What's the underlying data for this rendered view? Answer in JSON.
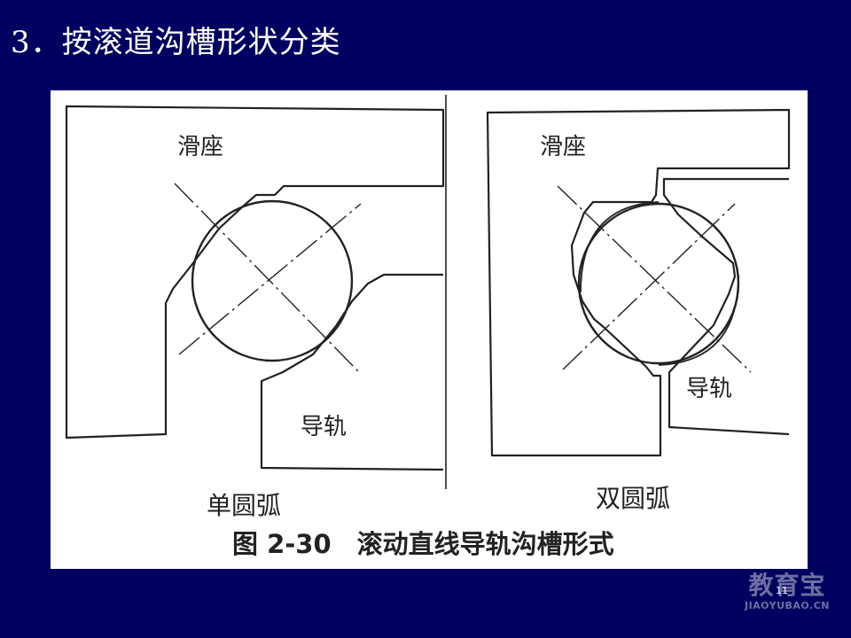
{
  "slide": {
    "title": "3．按滚道沟槽形状分类",
    "page_number": "11"
  },
  "figure": {
    "left_panel": {
      "slide_label": "滑座",
      "rail_label": "导轨",
      "caption": "单圆弧"
    },
    "right_panel": {
      "slide_label": "滑座",
      "rail_label": "导轨",
      "caption": "双圆弧"
    },
    "caption": "图 2-30　滚动直线导轨沟槽形式"
  },
  "watermark": {
    "main": "教育宝",
    "sub": "JIAOYUBAO.CN"
  },
  "colors": {
    "background": "#000060",
    "figure_background": "#ffffff",
    "line": "#222222"
  }
}
